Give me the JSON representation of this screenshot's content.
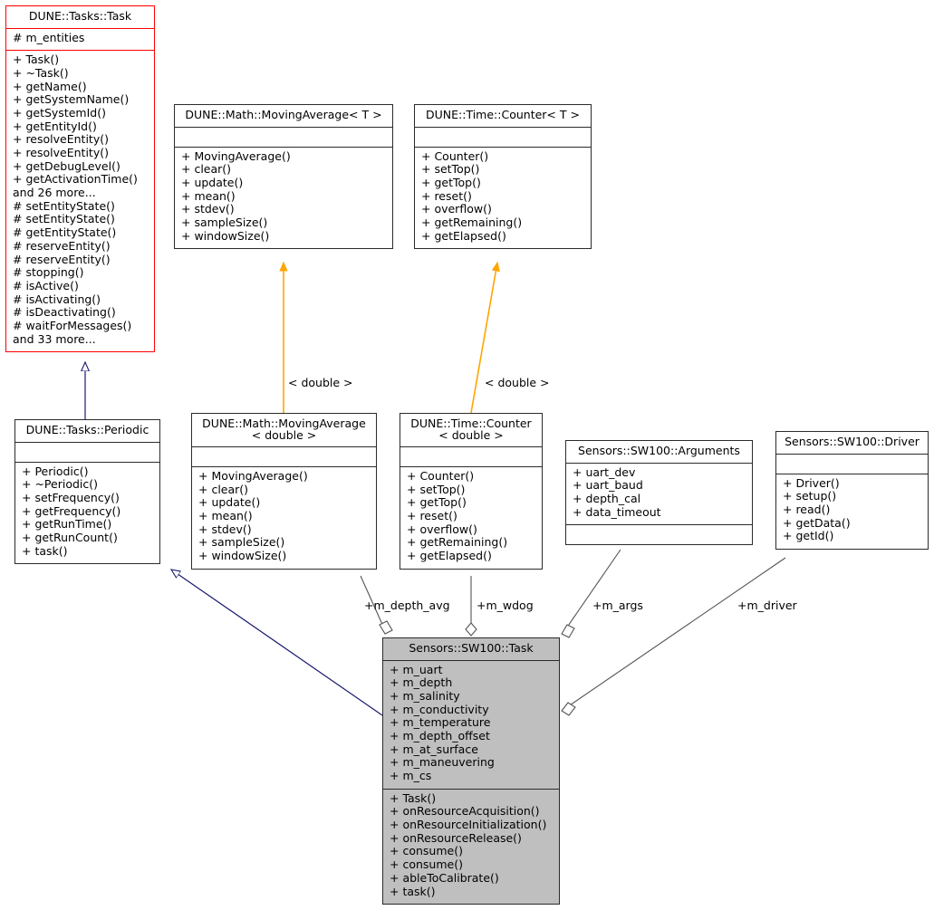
{
  "diagram": {
    "kind": "uml-collaboration-diagram",
    "colors": {
      "highlight_border": "#ff0000",
      "instantiation_edge": "#ffa500",
      "inheritance_edge": "#191970",
      "usage_edge": "#545454",
      "node_fill": "#bfbfbf",
      "node_border": "#2b2b2b"
    }
  },
  "nodes": {
    "dune_tasks_task": {
      "title": "DUNE::Tasks::Task",
      "attributes": [
        "# m_entities"
      ],
      "operations": [
        "+ Task()",
        "+ ~Task()",
        "+ getName()",
        "+ getSystemName()",
        "+ getSystemId()",
        "+ getEntityId()",
        "+ resolveEntity()",
        "+ resolveEntity()",
        "+ getDebugLevel()",
        "+ getActivationTime()",
        "and 26 more...",
        "# setEntityState()",
        "# setEntityState()",
        "# getEntityState()",
        "# reserveEntity()",
        "# reserveEntity()",
        "# stopping()",
        "# isActive()",
        "# isActivating()",
        "# isDeactivating()",
        "# waitForMessages()",
        "and 33 more..."
      ]
    },
    "moving_average_t": {
      "title": "DUNE::Math::MovingAverage< T >",
      "attributes": [],
      "operations": [
        "+ MovingAverage()",
        "+ clear()",
        "+ update()",
        "+ mean()",
        "+ stdev()",
        "+ sampleSize()",
        "+ windowSize()"
      ]
    },
    "counter_t": {
      "title": "DUNE::Time::Counter< T >",
      "attributes": [],
      "operations": [
        "+ Counter()",
        "+ setTop()",
        "+ getTop()",
        "+ reset()",
        "+ overflow()",
        "+ getRemaining()",
        "+ getElapsed()"
      ]
    },
    "dune_tasks_periodic": {
      "title": "DUNE::Tasks::Periodic",
      "attributes": [],
      "operations": [
        "+ Periodic()",
        "+ ~Periodic()",
        "+ setFrequency()",
        "+ getFrequency()",
        "+ getRunTime()",
        "+ getRunCount()",
        "+ task()"
      ]
    },
    "moving_average_double": {
      "title": "DUNE::Math::MovingAverage\n< double >",
      "attributes": [],
      "operations": [
        "+ MovingAverage()",
        "+ clear()",
        "+ update()",
        "+ mean()",
        "+ stdev()",
        "+ sampleSize()",
        "+ windowSize()"
      ]
    },
    "counter_double": {
      "title": "DUNE::Time::Counter\n< double >",
      "attributes": [],
      "operations": [
        "+ Counter()",
        "+ setTop()",
        "+ getTop()",
        "+ reset()",
        "+ overflow()",
        "+ getRemaining()",
        "+ getElapsed()"
      ]
    },
    "sw100_arguments": {
      "title": "Sensors::SW100::Arguments",
      "attributes": [
        "+ uart_dev",
        "+ uart_baud",
        "+ depth_cal",
        "+ data_timeout"
      ],
      "operations": []
    },
    "sw100_driver": {
      "title": "Sensors::SW100::Driver",
      "attributes": [],
      "operations": [
        "+ Driver()",
        "+ setup()",
        "+ read()",
        "+ getData()",
        "+ getId()"
      ]
    },
    "sw100_task": {
      "title": "Sensors::SW100::Task",
      "attributes": [
        "+ m_uart",
        "+ m_depth",
        "+ m_salinity",
        "+ m_conductivity",
        "+ m_temperature",
        "+ m_depth_offset",
        "+ m_at_surface",
        "+ m_maneuvering",
        "+ m_cs"
      ],
      "operations": [
        "+ Task()",
        "+ onResourceAcquisition()",
        "+ onResourceInitialization()",
        "+ onResourceRelease()",
        "+ consume()",
        "+ consume()",
        "+ ableToCalibrate()",
        "+ task()"
      ]
    }
  },
  "edge_labels": {
    "instantiation_moving_average": "< double >",
    "instantiation_counter": "< double >",
    "depth_avg": "+m_depth_avg",
    "wdog": "+m_wdog",
    "args": "+m_args",
    "driver": "+m_driver"
  }
}
